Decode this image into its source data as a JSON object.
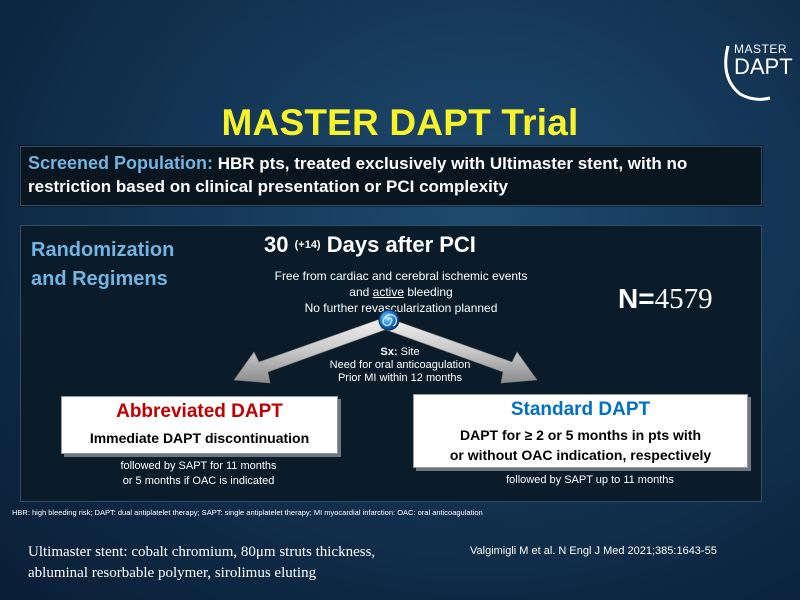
{
  "logo": {
    "line1": "MASTER",
    "line2": "DAPT"
  },
  "title": "MASTER DAPT Trial",
  "screened": {
    "label": "Screened Population:",
    "text": " HBR pts, treated exclusively with Ultimaster stent, with no restriction based on clinical presentation or PCI complexity"
  },
  "randomization": {
    "label_line1": "Randomization",
    "label_line2": "and Regimens",
    "days_main": "30",
    "days_extra": "(+14)",
    "days_rest": "Days after PCI",
    "criteria_line1": "Free from cardiac and cerebral ischemic events",
    "criteria_line2_pre": "and ",
    "criteria_line2_underlined": "active",
    "criteria_line2_post": " bleeding",
    "criteria_line3": "No further revascularization planned",
    "n_prefix": "N=",
    "n_value": "4579"
  },
  "stratification": {
    "sx_label": "Sx:",
    "sx_value": " Site",
    "line2": "Need for oral anticoagulation",
    "line3": "Prior MI within 12 months"
  },
  "arms": {
    "abbreviated": {
      "title": "Abbreviated  DAPT",
      "desc": "Immediate  DAPT discontinuation",
      "follow_line1": "followed by SAPT for 11 months",
      "follow_line2": "or 5 months if OAC is indicated",
      "color": "#c00000"
    },
    "standard": {
      "title": "Standard  DAPT",
      "desc_line1": "DAPT for ≥ 2 or 5 months in pts with",
      "desc_line2": "or without OAC indication, respectively",
      "follow": "followed by SAPT up to 11 months",
      "color": "#0070c0"
    }
  },
  "footnote": "HBR: high bleeding risk;  DAPT: dual antiplatelet therapy; SAPT: single antiplatelet therapy; MI myocardial infarction: OAC: oral anticoagulation",
  "bottom": {
    "stent_line1": "Ultimaster stent: cobalt chromium, 80μm struts thickness,",
    "stent_line2": "abluminal resorbable polymer, sirolimus eluting",
    "citation": "Valgimigli M et al. N Engl J Med 2021;385:1643-55"
  },
  "colors": {
    "title": "#f7f32a",
    "label_blue": "#74b4e2"
  },
  "icons": {
    "randomization": "swirl-icon"
  }
}
